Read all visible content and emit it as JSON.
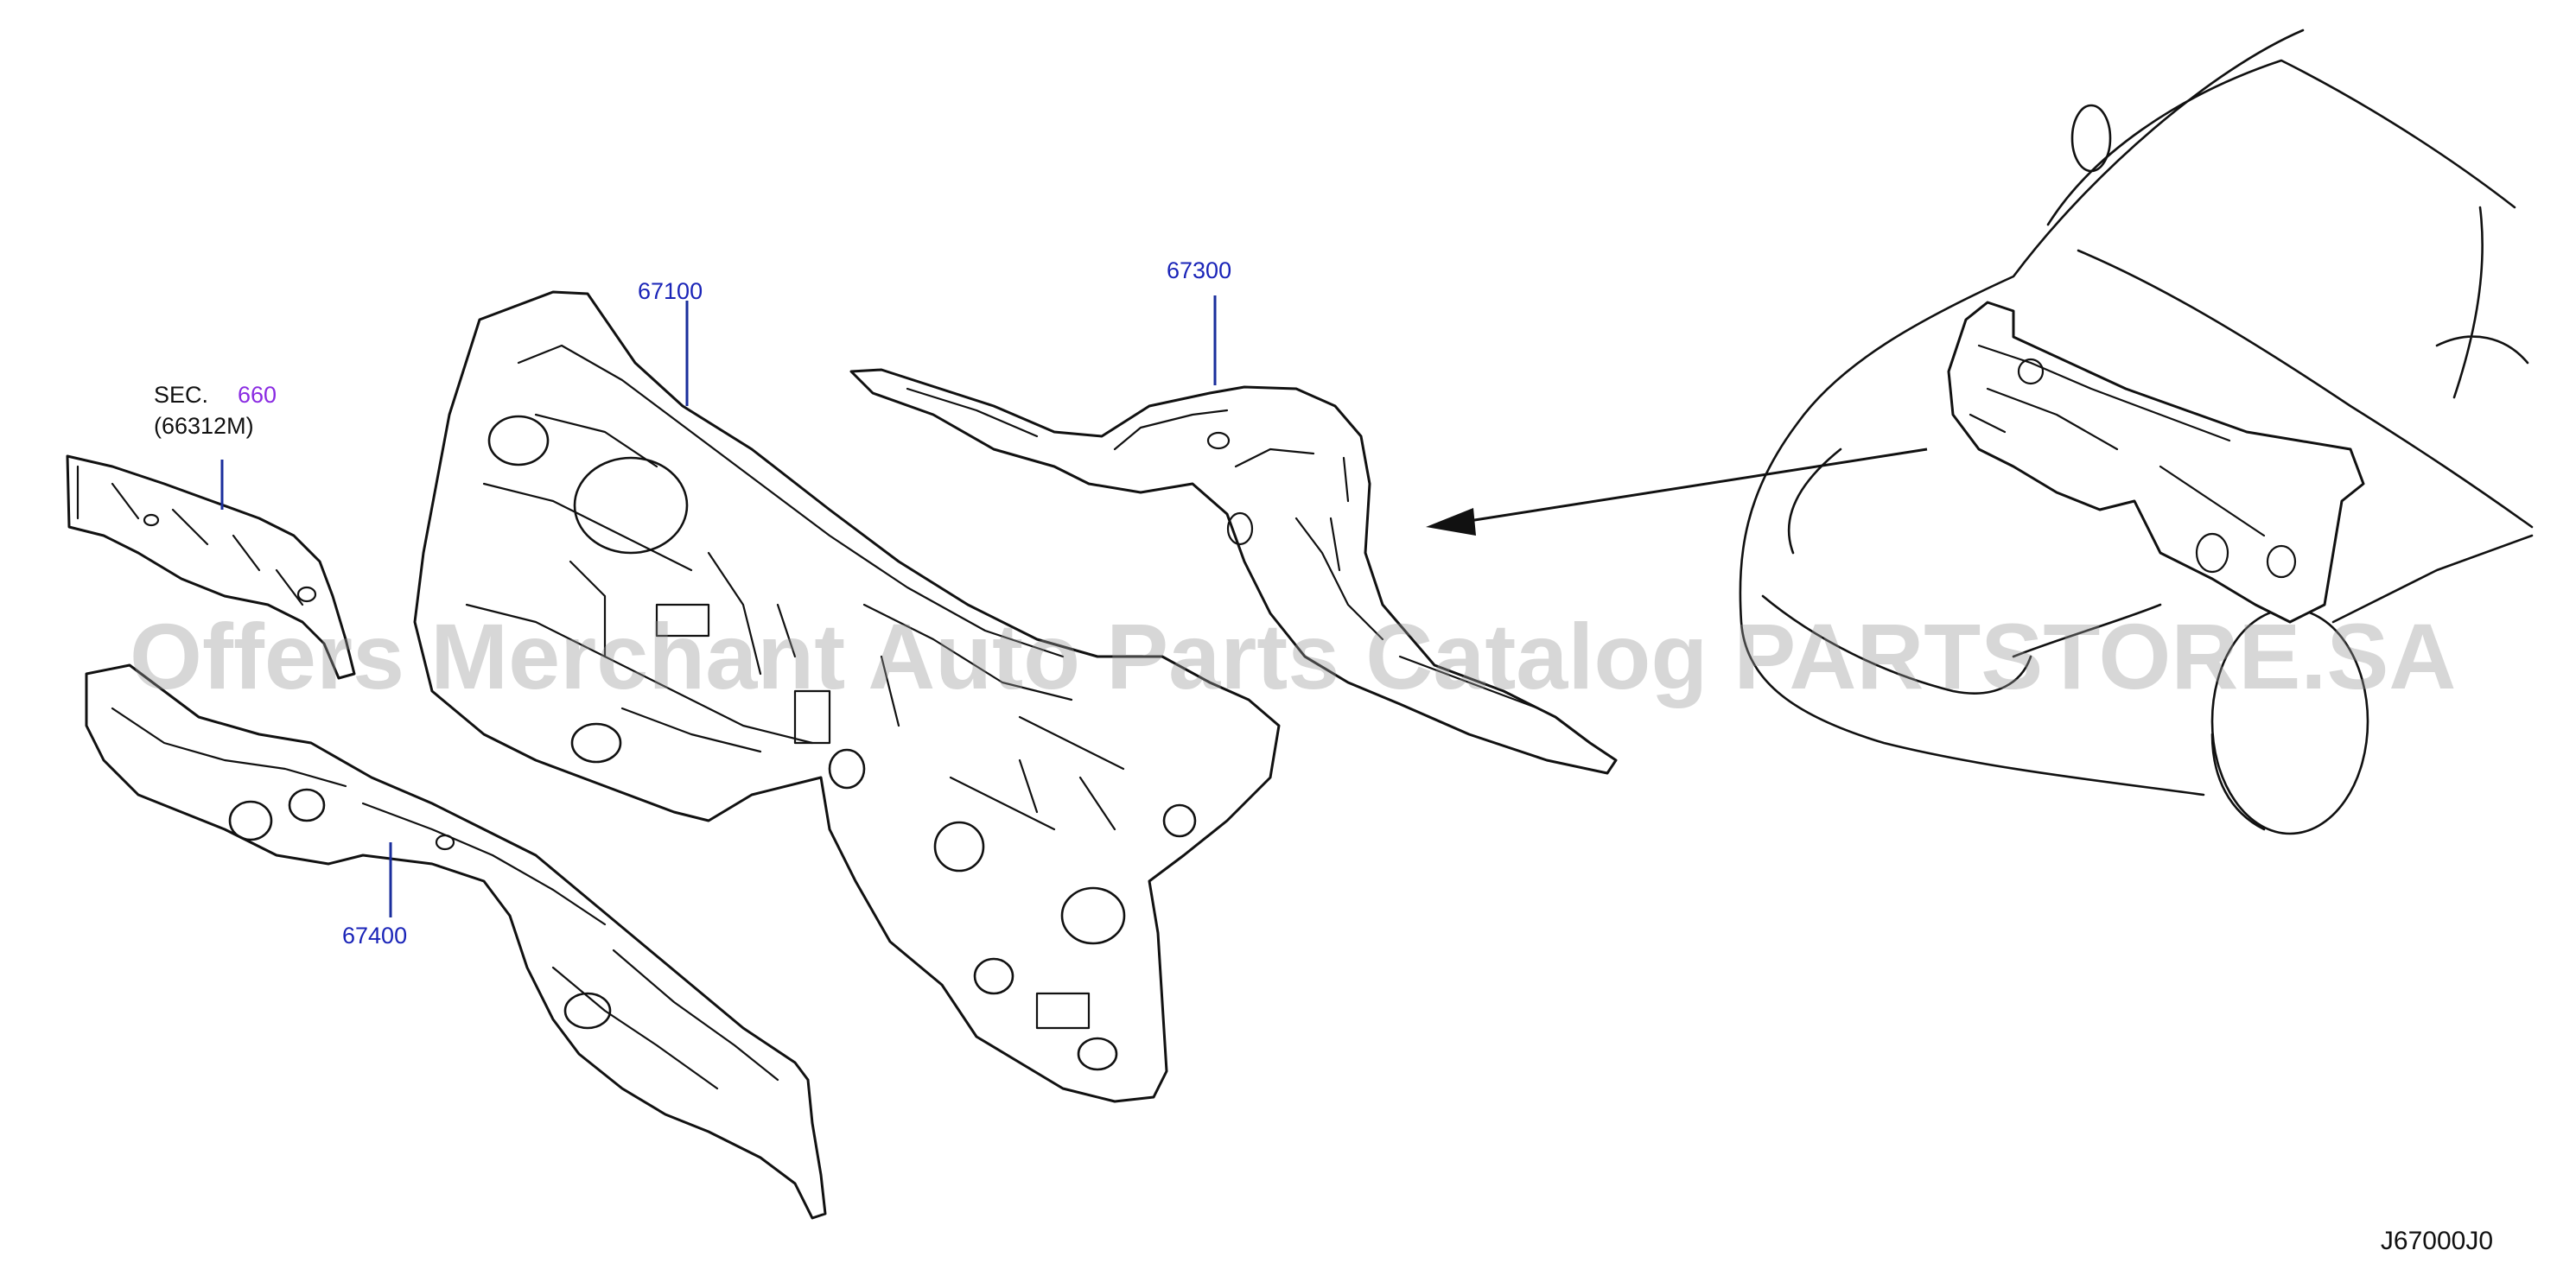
{
  "callouts": {
    "part_67100": "67100",
    "part_67300": "67300",
    "part_67400": "67400",
    "sec_prefix": "SEC.",
    "sec_number": "660",
    "sec_ref": "(66312M)"
  },
  "watermark": "Offers Merchant Auto Parts Catalog PARTSTORE.SA",
  "diagram_code": "J67000J0",
  "colors": {
    "callout_blue": "#1a24b8",
    "section_purple": "#8a2be2",
    "line": "#111111"
  }
}
